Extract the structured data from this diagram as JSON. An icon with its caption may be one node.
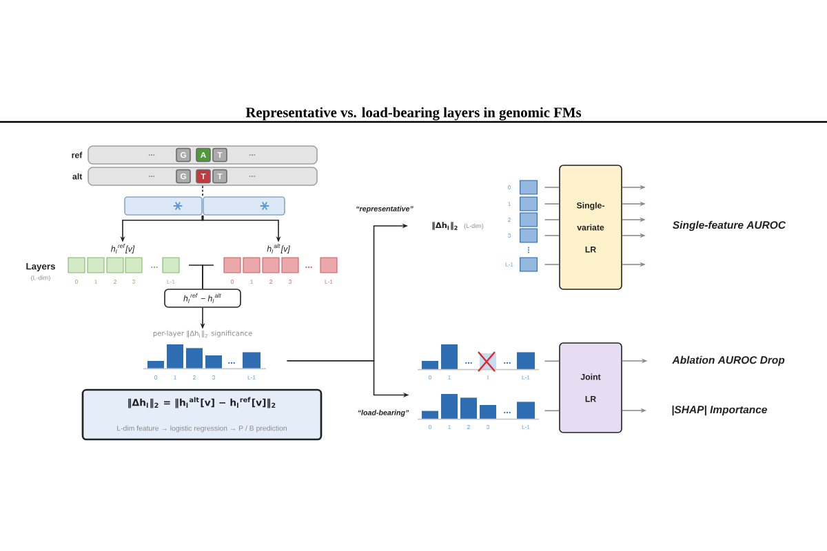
{
  "diagram": {
    "title": "Representative vs. load-bearing layers in genomic FMs",
    "nodes": [
      {
        "text": [
          "ref",
          "...",
          "..."
        ]
      },
      {
        "text": [
          "G"
        ],
        "in": 0
      },
      {
        "text": [
          "A"
        ],
        "in": 0
      },
      {
        "text": [
          "T"
        ],
        "in": 0
      },
      {
        "text": [
          "alt",
          "...",
          "..."
        ]
      },
      {
        "text": [
          "G"
        ],
        "in": 4
      },
      {
        "text": [
          "T"
        ],
        "in": 4
      },
      {
        "text": [
          "T"
        ],
        "in": 4
      },
      {
        "text": [],
        "shape": "box"
      },
      {
        "text": [],
        "shape": "box"
      },
      {
        "text": [
          "h$_{l}$$^{ref}$[v]"
        ]
      },
      {
        "text": [
          "h$_{l}$$^{alt}$[v]"
        ]
      },
      {
        "text": [],
        "shape": "box"
      },
      {
        "text": [],
        "shape": "box"
      },
      {
        "text": [
          "h$_{l}$$^{ref}$ − h$_{l}$$^{alt}$"
        ]
      },
      {
        "text": [
          "per-layer ‖Δh$_{l}$‖$_{2}$ significance"
        ]
      },
      {
        "text": [],
        "shape": "bar"
      },
      {
        "text": [
          "‖Δh$_{l}$‖$_{2}$ = ‖h$_{l}$$^{alt}$[v] − h$_{l}$$^{ref}$[v]‖$_{2}$",
          "L-dim feature → logistic regression → P / B prediction"
        ]
      },
      {
        "text": [
          "‖Δh$_{l}$‖$_{2}$",
          "(L-dim)"
        ]
      },
      {
        "text": [],
        "shape": "box"
      },
      {
        "text": [
          "Single-variate LR"
        ]
      },
      {
        "text": [],
        "shape": "bar"
      },
      {
        "text": [
          "Joint LR"
        ]
      },
      {
        "text": [
          "Ablation AUROC Drop"
        ]
      },
      {
        "text": [],
        "shape": "bar"
      },
      {
        "text": [
          "|SHAP| Importance"
        ]
      }
    ],
    "edges": [
      {
        "from": 4,
        "to": 8,
        "arrow": "none",
        "style": "dashed",
        "color": "#222222"
      },
      {
        "from": 8,
        "to": 10,
        "arrow": "to",
        "color": "#222222"
      },
      {
        "from": 9,
        "to": 11,
        "arrow": "to",
        "color": "#222222"
      },
      {
        "from": 12,
        "to": 14,
        "arrow": "none",
        "color": "#222222"
      },
      {
        "from": 13,
        "to": 14,
        "arrow": "none",
        "color": "#222222"
      },
      {
        "from": 14,
        "to": 15,
        "arrow": "to",
        "color": "#222222"
      },
      {
        "from": 16,
        "to": 18,
        "arrow": "to",
        "label": "“representative”",
        "color": "#222222"
      },
      {
        "from": 16,
        "to": 24,
        "arrow": "to",
        "label": "“load-bearing”",
        "color": "#222222"
      },
      {
        "from": 19,
        "to": 20,
        "arrow": "none",
        "color": "#8a8a8a"
      },
      {
        "from": 19,
        "to": 20,
        "arrow": "none",
        "color": "#8a8a8a"
      },
      {
        "from": 19,
        "to": 20,
        "arrow": "none",
        "color": "#8a8a8a"
      },
      {
        "from": 19,
        "to": 20,
        "arrow": "none",
        "color": "#8a8a8a"
      },
      {
        "from": 19,
        "to": 20,
        "arrow": "none",
        "color": "#8a8a8a"
      },
      {
        "from": 20,
        "to": null,
        "arrow": "to",
        "color": "#8a8a8a"
      },
      {
        "from": 20,
        "to": null,
        "arrow": "to",
        "color": "#8a8a8a"
      },
      {
        "from": 20,
        "to": null,
        "arrow": "to",
        "color": "#8a8a8a"
      },
      {
        "from": 20,
        "to": null,
        "arrow": "to",
        "color": "#8a8a8a"
      },
      {
        "from": 20,
        "to": null,
        "arrow": "to",
        "color": "#8a8a8a"
      },
      {
        "from": 21,
        "to": 22,
        "arrow": "none",
        "color": "#8a8a8a"
      },
      {
        "from": 24,
        "to": 22,
        "arrow": "none",
        "color": "#8a8a8a"
      },
      {
        "from": 22,
        "to": 23,
        "arrow": "to",
        "color": "#8a8a8a"
      },
      {
        "from": 22,
        "to": 25,
        "arrow": "to",
        "color": "#8a8a8a"
      }
    ],
    "labels": [
      "Layers",
      "...",
      "...",
      "(L-dim)",
      "0",
      "1",
      "2",
      "3",
      "L-1",
      "0",
      "1",
      "2",
      "3",
      "L-1",
      "...",
      "0",
      "1",
      "2",
      "3",
      "L-1",
      "0",
      "1",
      "2",
      "3",
      "L-1",
      "⋮",
      "Single-feature AUROC",
      "...",
      "...",
      "0",
      "1",
      "l",
      "L-1",
      "...",
      "0",
      "1",
      "2",
      "3",
      "L-1"
    ]
  }
}
